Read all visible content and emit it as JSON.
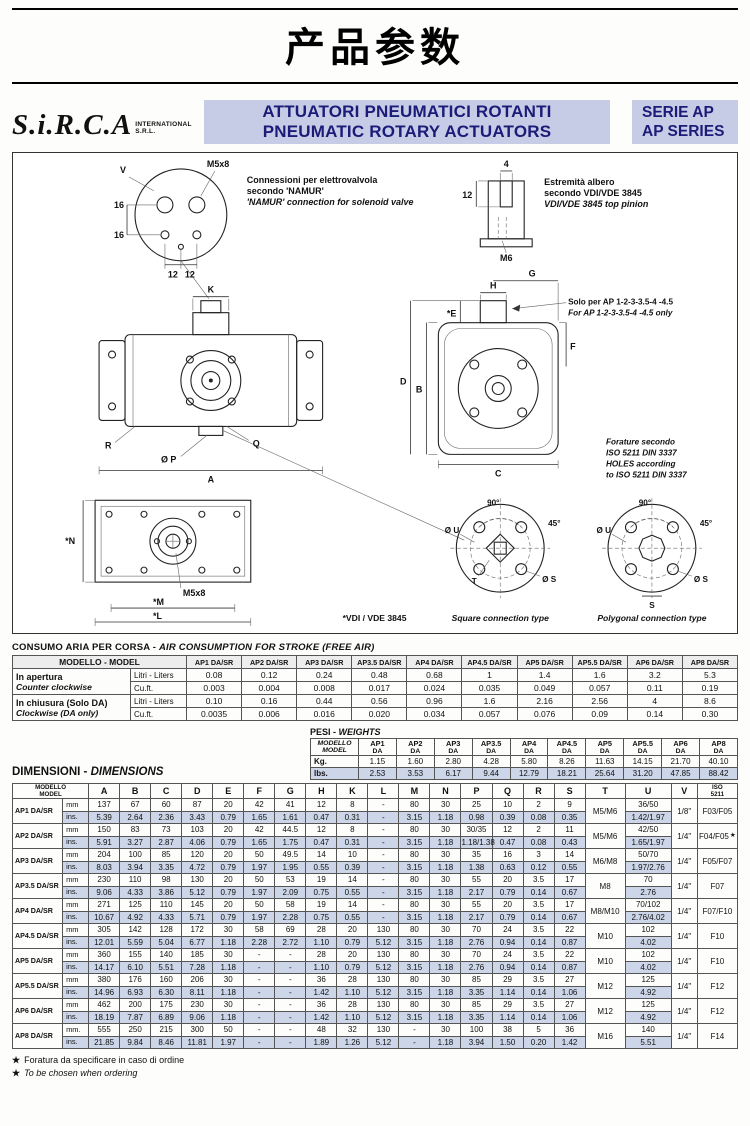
{
  "page": {
    "title": "产品参数"
  },
  "colors": {
    "band_bg": "#c6cbe6",
    "header_text": "#1b1b78",
    "row_shade": "#ccd6e8"
  },
  "header": {
    "logo_main": "S.i.R.C.A",
    "logo_sub": "INTERNATIONAL S.R.L.",
    "title_line1": "ATTUATORI PNEUMATICI ROTANTI",
    "title_line2": "PNEUMATIC ROTARY ACTUATORS",
    "series_line1": "SERIE AP",
    "series_line2": "AP SERIES"
  },
  "drawing": {
    "namur_line1": "Connessioni per elettrovalvola",
    "namur_line2": "secondo 'NAMUR'",
    "namur_line3": "'NAMUR' connection for solenoid valve",
    "m5x8_top": "M5x8",
    "v_label": "V",
    "dim_16a": "16",
    "dim_16b": "16",
    "dim_12a": "12",
    "dim_12b": "12",
    "shaft_dim_4": "4",
    "shaft_dim_12": "12",
    "shaft_m6": "M6",
    "albero_line1": "Estremità albero",
    "albero_line2": "secondo VDI/VDE 3845",
    "albero_line3": "VDI/VDE 3845 top pinion",
    "k_label": "K",
    "solo_line1": "Solo per AP 1-2-3-3.5-4 -4.5",
    "solo_line2": "For AP 1-2-3-3.5-4 -4.5 only",
    "e_label": "*E",
    "d_label": "D",
    "b_label": "B",
    "f_label": "F",
    "g_label": "G",
    "h_label": "H",
    "c_label": "C",
    "r_label": "R",
    "q_label": "Q",
    "p_label": "Ø P",
    "a_label": "A",
    "forature_line1": "Forature secondo",
    "forature_line2": "ISO 5211 DIN 3337",
    "forature_line3": "HOLES according",
    "forature_line4": "to ISO 5211 DIN 3337",
    "n_label": "*N",
    "m5x8_bottom": "M5x8",
    "m_label": "*M",
    "l_label": "*L",
    "sq_90": "90°",
    "sq_45": "45°",
    "sq_ou": "Ø U",
    "sq_os": "Ø S",
    "sq_t": "T",
    "vdi_caption": "*VDI / VDE 3845",
    "square_caption": "Square connection type",
    "poly_90": "90°",
    "poly_45": "45°",
    "poly_ou": "Ø U",
    "poly_os": "Ø S",
    "poly_s": "S",
    "poly_caption": "Polygonal connection type"
  },
  "air_table": {
    "title_part1": "CONSUMO ARIA PER CORSA -",
    "title_part2": "AIR CONSUMPTION FOR STROKE (FREE AIR)",
    "header_model": "MODELLO - MODEL",
    "models": [
      "AP1 DA/SR",
      "AP2 DA/SR",
      "AP3 DA/SR",
      "AP3.5 DA/SR",
      "AP4 DA/SR",
      "AP4.5 DA/SR",
      "AP5 DA/SR",
      "AP5.5 DA/SR",
      "AP6 DA/SR",
      "AP8 DA/SR"
    ],
    "groups": [
      {
        "label_line1": "In apertura",
        "label_line2": "Counter clockwise",
        "rows": [
          {
            "unit": "Litri - Liters",
            "values": [
              "0.08",
              "0.12",
              "0.24",
              "0.48",
              "0.68",
              "1",
              "1.4",
              "1.6",
              "3.2",
              "5.3"
            ]
          },
          {
            "unit": "Cu.ft.",
            "values": [
              "0.003",
              "0.004",
              "0.008",
              "0.017",
              "0.024",
              "0.035",
              "0.049",
              "0.057",
              "0.11",
              "0.19"
            ]
          }
        ]
      },
      {
        "label_line1": "In chiusura (Solo DA)",
        "label_line2": "Clockwise (DA only)",
        "rows": [
          {
            "unit": "Litri - Liters",
            "values": [
              "0.10",
              "0.16",
              "0.44",
              "0.56",
              "0.96",
              "1.6",
              "2.16",
              "2.56",
              "4",
              "8.6"
            ]
          },
          {
            "unit": "Cu.ft.",
            "values": [
              "0.0035",
              "0.006",
              "0.016",
              "0.020",
              "0.034",
              "0.057",
              "0.076",
              "0.09",
              "0.14",
              "0.30"
            ]
          }
        ]
      }
    ]
  },
  "weights_table": {
    "title_part1": "PESI -",
    "title_part2": "WEIGHTS",
    "header_line1": "MODELLO",
    "header_line2": "MODEL",
    "models_line1": [
      "AP1",
      "AP2",
      "AP3",
      "AP3.5",
      "AP4",
      "AP4.5",
      "AP5",
      "AP5.5",
      "AP6",
      "AP8"
    ],
    "models_line2": "DA",
    "rows": [
      {
        "label": "Kg.",
        "values": [
          "1.15",
          "1.60",
          "2.80",
          "4.28",
          "5.80",
          "8.26",
          "11.63",
          "14.15",
          "21.70",
          "40.10"
        ]
      },
      {
        "label": "lbs.",
        "values": [
          "2.53",
          "3.53",
          "6.17",
          "9.44",
          "12.79",
          "18.21",
          "25.64",
          "31.20",
          "47.85",
          "88.42"
        ]
      }
    ]
  },
  "dim_table": {
    "title_part1": "DIMENSIONI -",
    "title_part2": "DIMENSIONS",
    "header_model_line1": "MODELLO",
    "header_model_line2": "MODEL",
    "letter_columns": [
      "A",
      "B",
      "C",
      "D",
      "E",
      "F",
      "G",
      "H",
      "K",
      "L",
      "M",
      "N",
      "P",
      "Q",
      "R",
      "S"
    ],
    "t_header": "T",
    "u_header": "U",
    "v_header": "V",
    "iso_header_line1": "ISO",
    "iso_header_line2": "5211",
    "rows": [
      {
        "model": "AP1 DA/SR",
        "unit_mm": "mm",
        "unit_in": "ins.",
        "mm": [
          "137",
          "67",
          "60",
          "87",
          "20",
          "42",
          "41",
          "12",
          "8",
          "-",
          "80",
          "30",
          "25",
          "10",
          "2",
          "9"
        ],
        "ins": [
          "5.39",
          "2.64",
          "2.36",
          "3.43",
          "0.79",
          "1.65",
          "1.61",
          "0.47",
          "0.31",
          "-",
          "3.15",
          "1.18",
          "0.98",
          "0.39",
          "0.08",
          "0.35"
        ],
        "t": "M5/M6",
        "u_mm": "36/50",
        "u_in": "1.42/1.97",
        "v": "1/8\"",
        "iso": "F03/F05",
        "iso_star": false
      },
      {
        "model": "AP2 DA/SR",
        "unit_mm": "mm",
        "unit_in": "ins.",
        "mm": [
          "150",
          "83",
          "73",
          "103",
          "20",
          "42",
          "44.5",
          "12",
          "8",
          "-",
          "80",
          "30",
          "30/35",
          "12",
          "2",
          "11"
        ],
        "ins": [
          "5.91",
          "3.27",
          "2.87",
          "4.06",
          "0.79",
          "1.65",
          "1.75",
          "0.47",
          "0.31",
          "-",
          "3.15",
          "1.18",
          "1.18/1.38",
          "0.47",
          "0.08",
          "0.43"
        ],
        "t": "M5/M6",
        "u_mm": "42/50",
        "u_in": "1.65/1.97",
        "v": "1/4\"",
        "iso": "F04/F05",
        "iso_star": true
      },
      {
        "model": "AP3 DA/SR",
        "unit_mm": "mm",
        "unit_in": "ins.",
        "mm": [
          "204",
          "100",
          "85",
          "120",
          "20",
          "50",
          "49.5",
          "14",
          "10",
          "-",
          "80",
          "30",
          "35",
          "16",
          "3",
          "14"
        ],
        "ins": [
          "8.03",
          "3.94",
          "3.35",
          "4.72",
          "0.79",
          "1.97",
          "1.95",
          "0.55",
          "0.39",
          "-",
          "3.15",
          "1.18",
          "1.38",
          "0.63",
          "0.12",
          "0.55"
        ],
        "t": "M6/M8",
        "u_mm": "50/70",
        "u_in": "1.97/2.76",
        "v": "1/4\"",
        "iso": "F05/F07",
        "iso_star": false
      },
      {
        "model": "AP3.5 DA/SR",
        "unit_mm": "mm",
        "unit_in": "ins.",
        "mm": [
          "230",
          "110",
          "98",
          "130",
          "20",
          "50",
          "53",
          "19",
          "14",
          "-",
          "80",
          "30",
          "55",
          "20",
          "3.5",
          "17"
        ],
        "ins": [
          "9.06",
          "4.33",
          "3.86",
          "5.12",
          "0.79",
          "1.97",
          "2.09",
          "0.75",
          "0.55",
          "-",
          "3.15",
          "1.18",
          "2.17",
          "0.79",
          "0.14",
          "0.67"
        ],
        "t": "M8",
        "u_mm": "70",
        "u_in": "2.76",
        "v": "1/4\"",
        "iso": "F07",
        "iso_star": false
      },
      {
        "model": "AP4 DA/SR",
        "unit_mm": "mm",
        "unit_in": "ins.",
        "mm": [
          "271",
          "125",
          "110",
          "145",
          "20",
          "50",
          "58",
          "19",
          "14",
          "-",
          "80",
          "30",
          "55",
          "20",
          "3.5",
          "17"
        ],
        "ins": [
          "10.67",
          "4.92",
          "4.33",
          "5.71",
          "0.79",
          "1.97",
          "2.28",
          "0.75",
          "0.55",
          "-",
          "3.15",
          "1.18",
          "2.17",
          "0.79",
          "0.14",
          "0.67"
        ],
        "t": "M8/M10",
        "u_mm": "70/102",
        "u_in": "2.76/4.02",
        "v": "1/4\"",
        "iso": "F07/F10",
        "iso_star": false
      },
      {
        "model": "AP4.5 DA/SR",
        "unit_mm": "mm",
        "unit_in": "ins.",
        "mm": [
          "305",
          "142",
          "128",
          "172",
          "30",
          "58",
          "69",
          "28",
          "20",
          "130",
          "80",
          "30",
          "70",
          "24",
          "3.5",
          "22"
        ],
        "ins": [
          "12.01",
          "5.59",
          "5.04",
          "6.77",
          "1.18",
          "2.28",
          "2.72",
          "1.10",
          "0.79",
          "5.12",
          "3.15",
          "1.18",
          "2.76",
          "0.94",
          "0.14",
          "0.87"
        ],
        "t": "M10",
        "u_mm": "102",
        "u_in": "4.02",
        "v": "1/4\"",
        "iso": "F10",
        "iso_star": false
      },
      {
        "model": "AP5 DA/SR",
        "unit_mm": "mm",
        "unit_in": "ins.",
        "mm": [
          "360",
          "155",
          "140",
          "185",
          "30",
          "-",
          "-",
          "28",
          "20",
          "130",
          "80",
          "30",
          "70",
          "24",
          "3.5",
          "22"
        ],
        "ins": [
          "14.17",
          "6.10",
          "5.51",
          "7.28",
          "1.18",
          "-",
          "-",
          "1.10",
          "0.79",
          "5.12",
          "3.15",
          "1.18",
          "2.76",
          "0.94",
          "0.14",
          "0.87"
        ],
        "t": "M10",
        "u_mm": "102",
        "u_in": "4.02",
        "v": "1/4\"",
        "iso": "F10",
        "iso_star": false
      },
      {
        "model": "AP5.5 DA/SR",
        "unit_mm": "mm",
        "unit_in": "ins.",
        "mm": [
          "380",
          "176",
          "160",
          "206",
          "30",
          "-",
          "-",
          "36",
          "28",
          "130",
          "80",
          "30",
          "85",
          "29",
          "3.5",
          "27"
        ],
        "ins": [
          "14.96",
          "6.93",
          "6.30",
          "8.11",
          "1.18",
          "-",
          "-",
          "1.42",
          "1.10",
          "5.12",
          "3.15",
          "1.18",
          "3.35",
          "1.14",
          "0.14",
          "1.06"
        ],
        "t": "M12",
        "u_mm": "125",
        "u_in": "4.92",
        "v": "1/4\"",
        "iso": "F12",
        "iso_star": false
      },
      {
        "model": "AP6 DA/SR",
        "unit_mm": "mm",
        "unit_in": "ins.",
        "mm": [
          "462",
          "200",
          "175",
          "230",
          "30",
          "-",
          "-",
          "36",
          "28",
          "130",
          "80",
          "30",
          "85",
          "29",
          "3.5",
          "27"
        ],
        "ins": [
          "18.19",
          "7.87",
          "6.89",
          "9.06",
          "1.18",
          "-",
          "-",
          "1.42",
          "1.10",
          "5.12",
          "3.15",
          "1.18",
          "3.35",
          "1.14",
          "0.14",
          "1.06"
        ],
        "t": "M12",
        "u_mm": "125",
        "u_in": "4.92",
        "v": "1/4\"",
        "iso": "F12",
        "iso_star": false
      },
      {
        "model": "AP8 DA/SR",
        "unit_mm": "mm.",
        "unit_in": "ins.",
        "mm": [
          "555",
          "250",
          "215",
          "300",
          "50",
          "-",
          "-",
          "48",
          "32",
          "130",
          "-",
          "30",
          "100",
          "38",
          "5",
          "36"
        ],
        "ins": [
          "21.85",
          "9.84",
          "8.46",
          "11.81",
          "1.97",
          "-",
          "-",
          "1.89",
          "1.26",
          "5.12",
          "-",
          "1.18",
          "3.94",
          "1.50",
          "0.20",
          "1.42"
        ],
        "t": "M16",
        "u_mm": "140",
        "u_in": "5.51",
        "v": "1/4\"",
        "iso": "F14",
        "iso_star": false
      }
    ]
  },
  "footnotes": {
    "star": "★",
    "note1": "Foratura da specificare in caso di ordine",
    "note2": "To be chosen when ordering"
  }
}
